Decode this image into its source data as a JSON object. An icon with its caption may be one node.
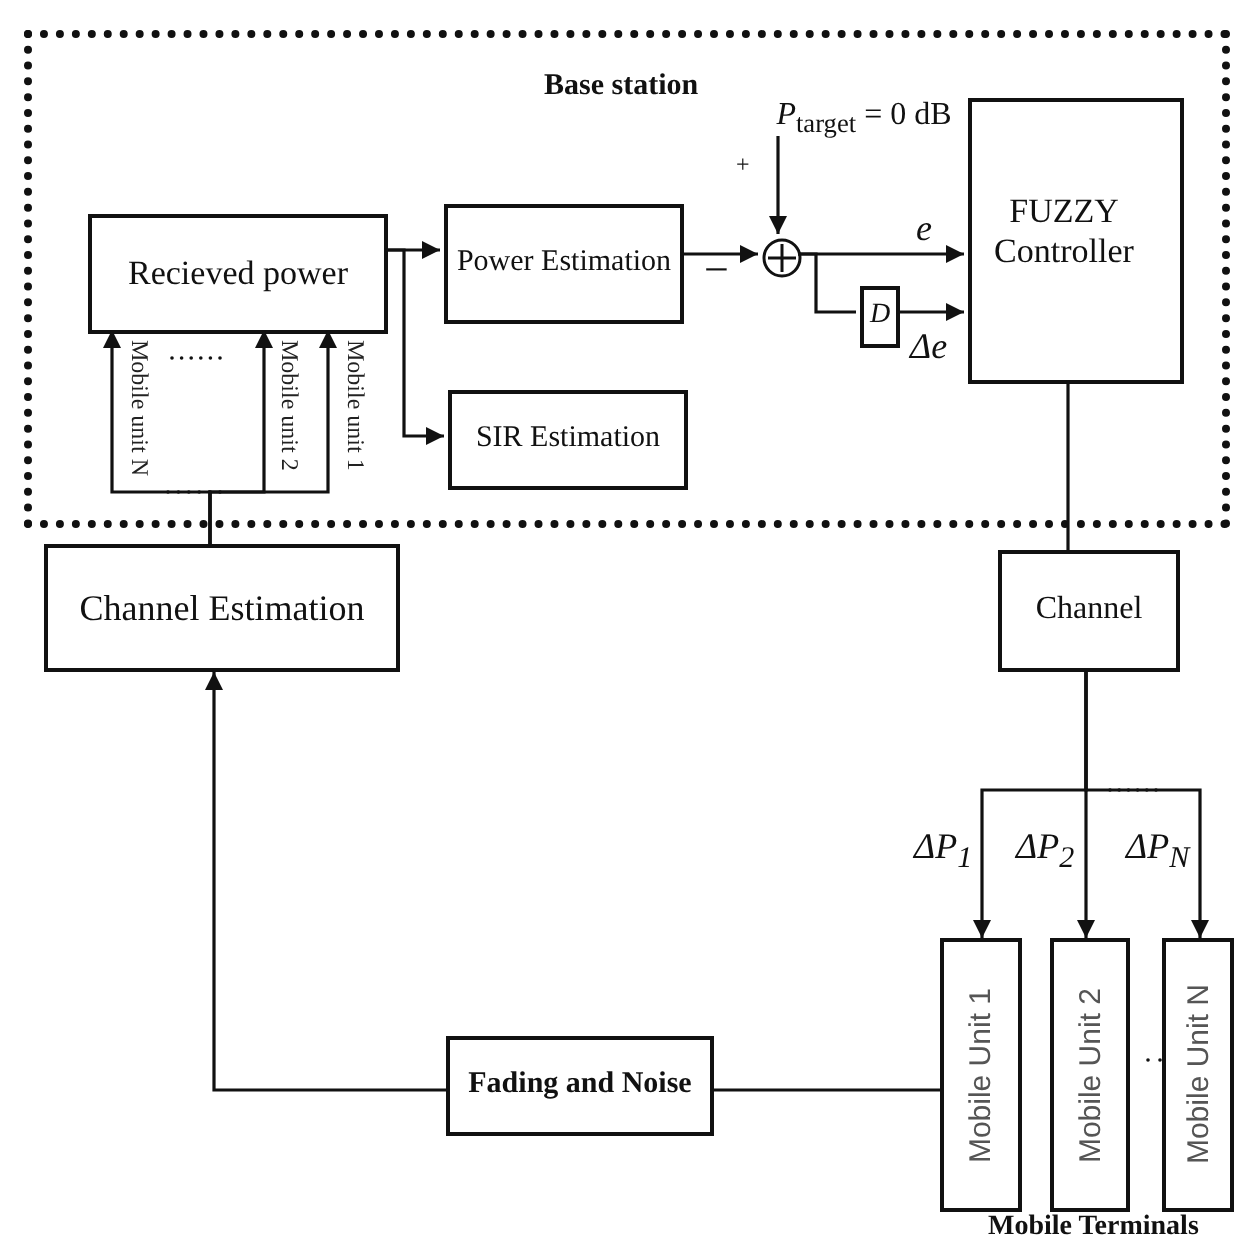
{
  "diagram": {
    "nodes": [
      {
        "text": [
          "Base station"
        ]
      },
      {
        "text": [
          "Recieved power"
        ],
        "in": 0
      },
      {
        "text": [
          "Power Estimation"
        ],
        "in": 0
      },
      {
        "text": [
          "SIR Estimation"
        ],
        "in": 0
      },
      {
        "text": [],
        "shape": "circle",
        "in": 0
      },
      {
        "text": [
          "D"
        ],
        "in": 0
      },
      {
        "text": [
          "FUZZY Controller"
        ],
        "in": 0
      },
      {
        "text": [
          "*P*$_{target}$ = 0 dB"
        ],
        "in": 0
      },
      {
        "text": [
          "Channel Estimation"
        ]
      },
      {
        "text": [
          "Channel"
        ]
      },
      {
        "text": [
          "Mobile Unit 1"
        ]
      },
      {
        "text": [
          "Mobile Unit 2"
        ]
      },
      {
        "text": [
          "Mobile Unit N"
        ]
      },
      {
        "text": [
          "Fading and Noise"
        ]
      }
    ],
    "edges": [
      {
        "from": 1,
        "to": 2,
        "arrow": "to"
      },
      {
        "from": 1,
        "to": 3,
        "arrow": "to"
      },
      {
        "from": 7,
        "to": 4,
        "arrow": "to",
        "label": "+"
      },
      {
        "from": 2,
        "to": 4,
        "arrow": "to",
        "label": "−"
      },
      {
        "from": 4,
        "to": 6,
        "arrow": "to",
        "label": "*e*"
      },
      {
        "from": 4,
        "to": 5,
        "arrow": "none"
      },
      {
        "from": 5,
        "to": 6,
        "arrow": "to",
        "label": "Δe"
      },
      {
        "from": 6,
        "to": 9,
        "arrow": "none"
      },
      {
        "from": 9,
        "to": 10,
        "arrow": "to",
        "label": "ΔP$_{1}$"
      },
      {
        "from": 9,
        "to": 11,
        "arrow": "to",
        "label": "ΔP$_{2}$"
      },
      {
        "from": 9,
        "to": 12,
        "arrow": "to",
        "label": "ΔP$_{N}$"
      },
      {
        "from": 10,
        "to": 13,
        "arrow": "none"
      },
      {
        "from": 13,
        "to": 8,
        "arrow": "to"
      },
      {
        "from": 8,
        "to": 1,
        "arrow": "to",
        "label": "Mobile unit N"
      },
      {
        "from": 8,
        "to": 1,
        "arrow": "to",
        "label": "Mobile unit 2"
      },
      {
        "from": 8,
        "to": 1,
        "arrow": "to",
        "label": "Mobile unit 1"
      }
    ],
    "labels": [
      "Mobile Terminals"
    ]
  }
}
